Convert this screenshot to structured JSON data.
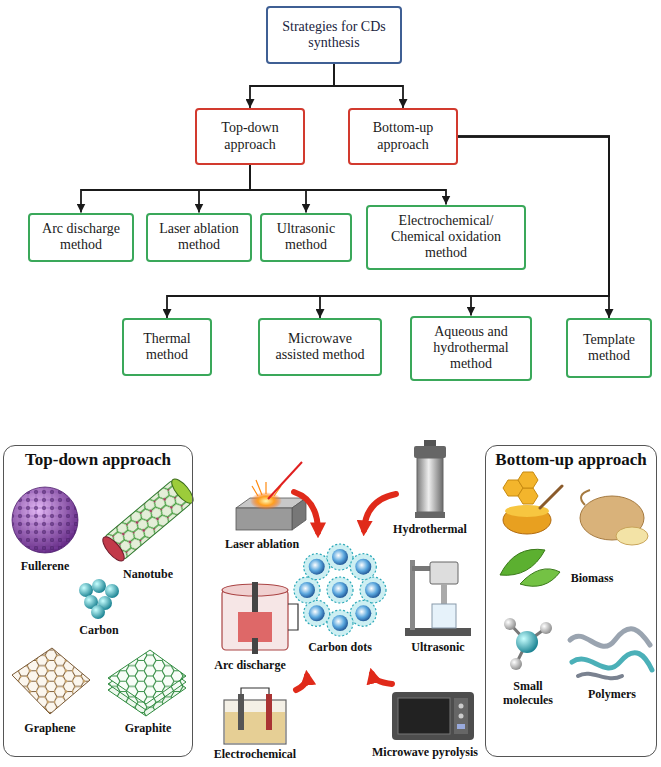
{
  "diagram": {
    "nodes": [
      {
        "text": [
          "Strategies for CDs synthesis"
        ]
      },
      {
        "text": [
          "Top-down approach"
        ]
      },
      {
        "text": [
          "Bottom-up approach"
        ]
      },
      {
        "text": [
          "Arc discharge method"
        ]
      },
      {
        "text": [
          "Laser ablation method"
        ]
      },
      {
        "text": [
          "Ultrasonic method"
        ]
      },
      {
        "text": [
          "Electrochemical/ Chemical oxidation method"
        ]
      },
      {
        "text": [
          "Thermal method"
        ]
      },
      {
        "text": [
          "Microwave assisted method"
        ]
      },
      {
        "text": [
          "Aqueous and hydrothermal method"
        ]
      },
      {
        "text": [
          "Template method"
        ]
      },
      {
        "text": [
          "Top-down approach"
        ]
      },
      {
        "text": [
          "Bottom-up approach"
        ]
      }
    ],
    "edges": [
      {
        "from": 0,
        "to": 1,
        "arrow": "to"
      },
      {
        "from": 0,
        "to": 2,
        "arrow": "to"
      },
      {
        "from": 1,
        "to": 3,
        "arrow": "to"
      },
      {
        "from": 1,
        "to": 4,
        "arrow": "to"
      },
      {
        "from": 1,
        "to": 5,
        "arrow": "to"
      },
      {
        "from": 1,
        "to": 6,
        "arrow": "to"
      },
      {
        "from": 2,
        "to": 7,
        "arrow": "to"
      },
      {
        "from": 2,
        "to": 8,
        "arrow": "to"
      },
      {
        "from": 2,
        "to": 9,
        "arrow": "to"
      },
      {
        "from": 2,
        "to": 10,
        "arrow": "to"
      }
    ],
    "labels": [
      "Laser ablation",
      "Hydrothermal",
      "Fullerene",
      "Nanotube",
      "Carbon",
      "Carbon dots",
      "Arc discharge",
      "Ultrasonic",
      "Graphene",
      "Graphite",
      "Electrochemical",
      "Microwave pyrolysis",
      "Biomass",
      "Small molecules",
      "Polymers"
    ]
  }
}
